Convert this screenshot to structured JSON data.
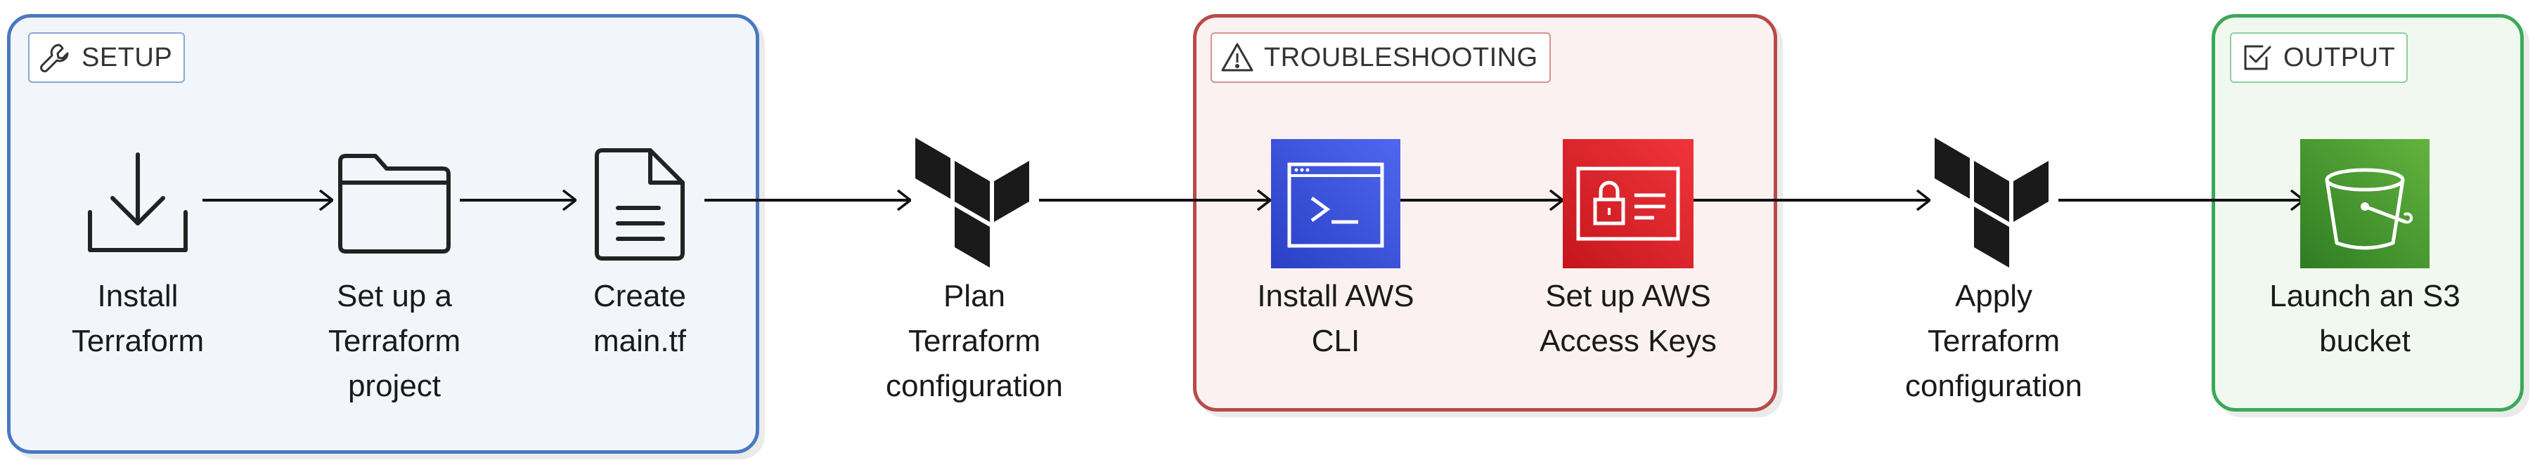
{
  "groups": {
    "setup": {
      "label": "SETUP",
      "icon": "wrench-icon",
      "color": "#4a78c2",
      "fill": "#f2f5fa"
    },
    "troubleshooting": {
      "label": "TROUBLESHOOTING",
      "icon": "warning-icon",
      "color": "#b84a48",
      "fill": "#fbf1f1"
    },
    "output": {
      "label": "OUTPUT",
      "icon": "checkbox-icon",
      "color": "#3aa957",
      "fill": "#f0f8f0"
    }
  },
  "steps": [
    {
      "icon": "download-icon",
      "lines": [
        "Install",
        "Terraform"
      ]
    },
    {
      "icon": "folder-icon",
      "lines": [
        "Set up a",
        "Terraform",
        "project"
      ]
    },
    {
      "icon": "file-icon",
      "lines": [
        "Create",
        "main.tf"
      ]
    },
    {
      "icon": "terraform-logo-icon",
      "lines": [
        "Plan",
        "Terraform",
        "configuration"
      ]
    },
    {
      "icon": "aws-cli-icon",
      "lines": [
        "Install AWS",
        "CLI"
      ],
      "color": "#3a4bd6"
    },
    {
      "icon": "aws-access-keys-icon",
      "lines": [
        "Set up AWS",
        "Access Keys"
      ],
      "color": "#e0262c"
    },
    {
      "icon": "terraform-logo-icon",
      "lines": [
        "Apply",
        "Terraform",
        "configuration"
      ]
    },
    {
      "icon": "s3-bucket-icon",
      "lines": [
        "Launch an S3",
        "bucket"
      ],
      "color": "#3c9a2a"
    }
  ]
}
